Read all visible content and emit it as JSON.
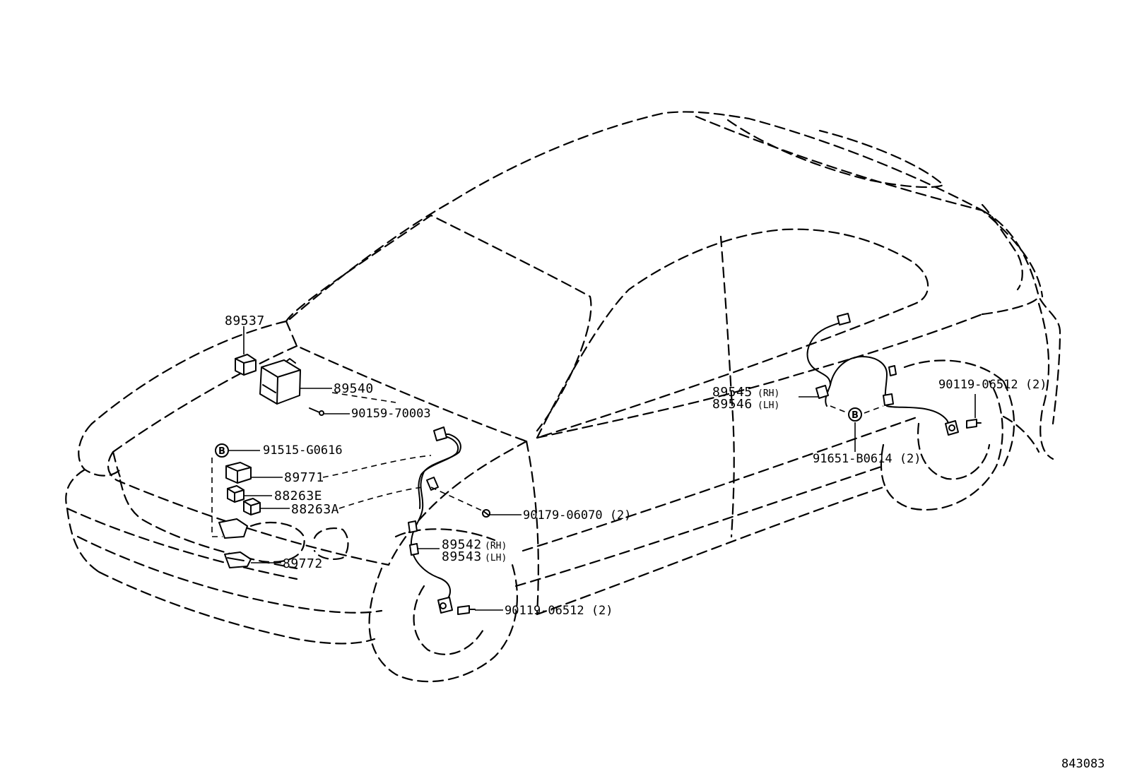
{
  "labels": {
    "p89537": "89537",
    "p89540": "89540",
    "p90159": "90159-70003",
    "p91515": "91515-G0616",
    "p89771": "89771",
    "p88263e": "88263E",
    "p88263a": "88263A",
    "p89772": "89772",
    "p90179": "90179-06070 (2)",
    "p89542": "89542",
    "p89542_side": "(RH)",
    "p89543": "89543",
    "p89543_side": "(LH)",
    "p90119_front": "90119-06512 (2)",
    "p89545": "89545",
    "p89545_side": "(RH)",
    "p89546": "89546",
    "p89546_side": "(LH)",
    "p91651": "91651-B0614 (2)",
    "p90119_rear": "90119-06512 (2)",
    "callout_b": "B",
    "figure_code": "843083"
  }
}
